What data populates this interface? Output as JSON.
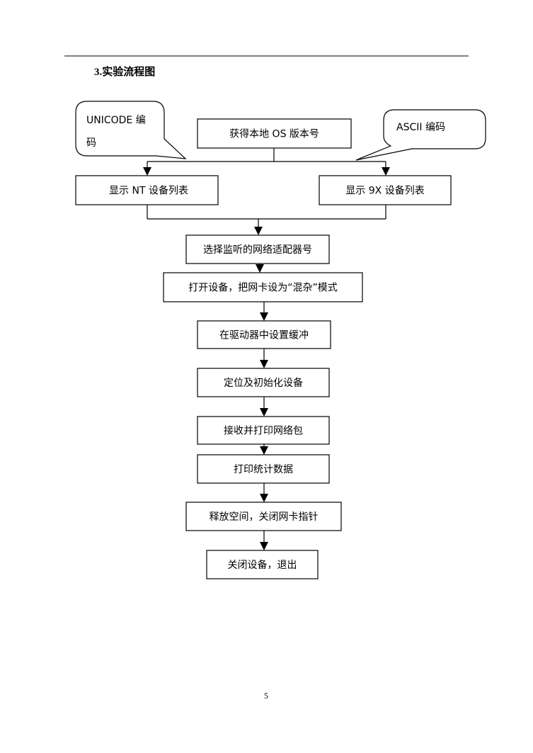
{
  "header": {
    "section_title": "3.实验流程图"
  },
  "flowchart": {
    "callouts": [
      {
        "text_lines": [
          "UNICODE 编",
          "码"
        ]
      },
      {
        "text_lines": [
          "ASCII 编码"
        ]
      }
    ],
    "nodes": [
      "获得本地 OS 版本号",
      "显示 NT 设备列表",
      "显示 9X 设备列表",
      "选择监听的网络适配器号",
      "打开设备，把网卡设为“混杂”模式",
      "在驱动器中设置缓冲",
      "定位及初始化设备",
      "接收并打印网络包",
      "打印统计数据",
      "释放空间，关闭网卡指针",
      "关闭设备，退出"
    ]
  },
  "footer": {
    "page_number": "5"
  }
}
